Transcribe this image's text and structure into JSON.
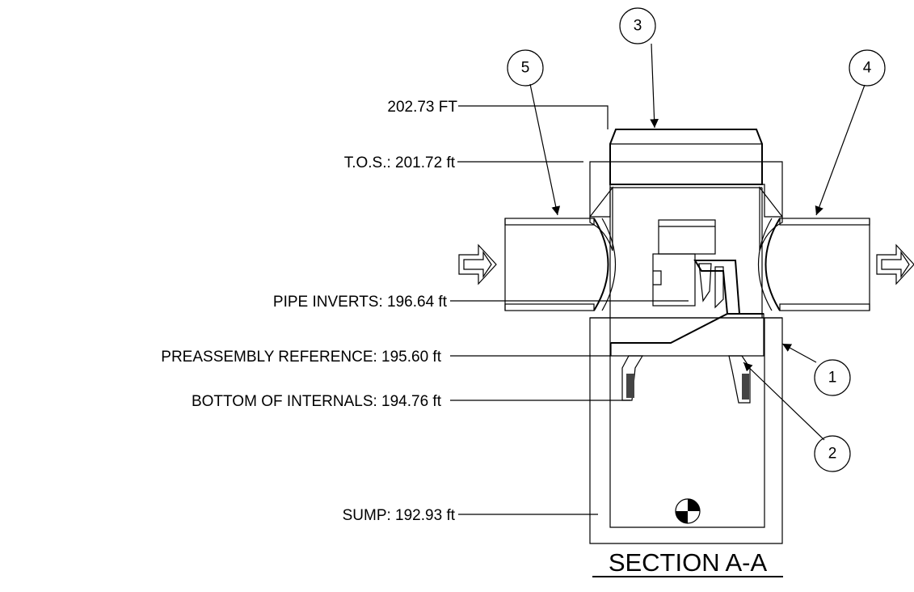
{
  "section_title": "SECTION A-A",
  "callouts": [
    "1",
    "2",
    "3",
    "4",
    "5"
  ],
  "elevation_labels": {
    "top": "202.73 FT",
    "tos": "T.O.S.: 201.72 ft",
    "pipe_inverts": "PIPE INVERTS: 196.64 ft",
    "preassembly": "PREASSEMBLY REFERENCE: 195.60 ft",
    "bottom_internals": "BOTTOM OF INTERNALS: 194.76 ft",
    "sump": "SUMP: 192.93 ft"
  }
}
